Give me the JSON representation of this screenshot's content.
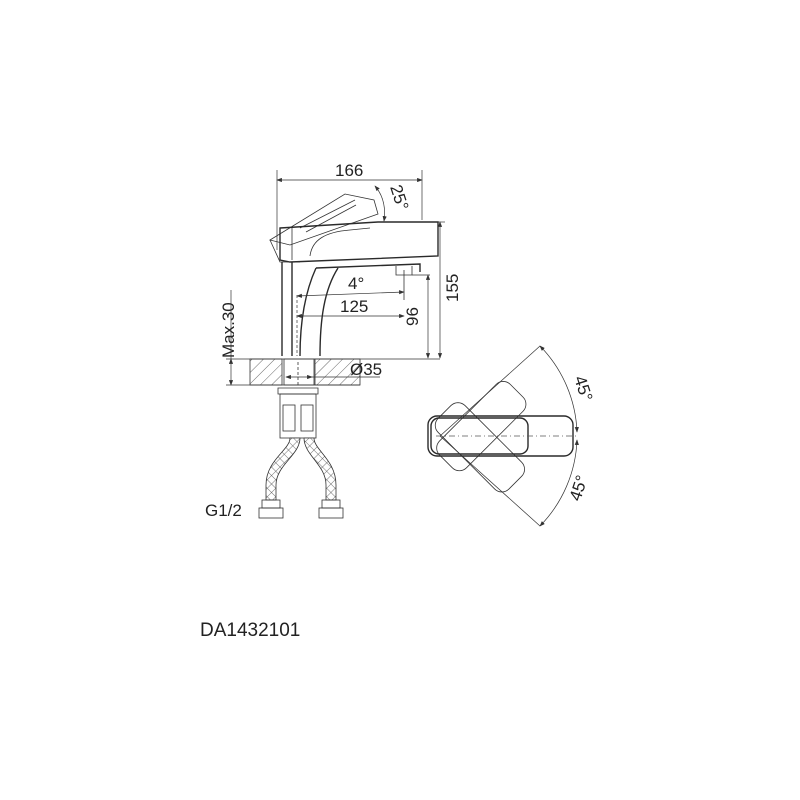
{
  "drawing": {
    "product_code": "DA1432101",
    "side_view": {
      "dimensions": {
        "overall_reach": "166",
        "handle_angle": "25°",
        "overall_height": "155",
        "spout_angle": "4°",
        "spout_reach": "125",
        "spout_height": "96",
        "mounting_thickness": "Max.30",
        "hole_diameter": "Ø35",
        "connection_thread": "G1/2"
      }
    },
    "top_view": {
      "dimensions": {
        "rotation_left": "45°",
        "rotation_right": "45°"
      }
    }
  }
}
